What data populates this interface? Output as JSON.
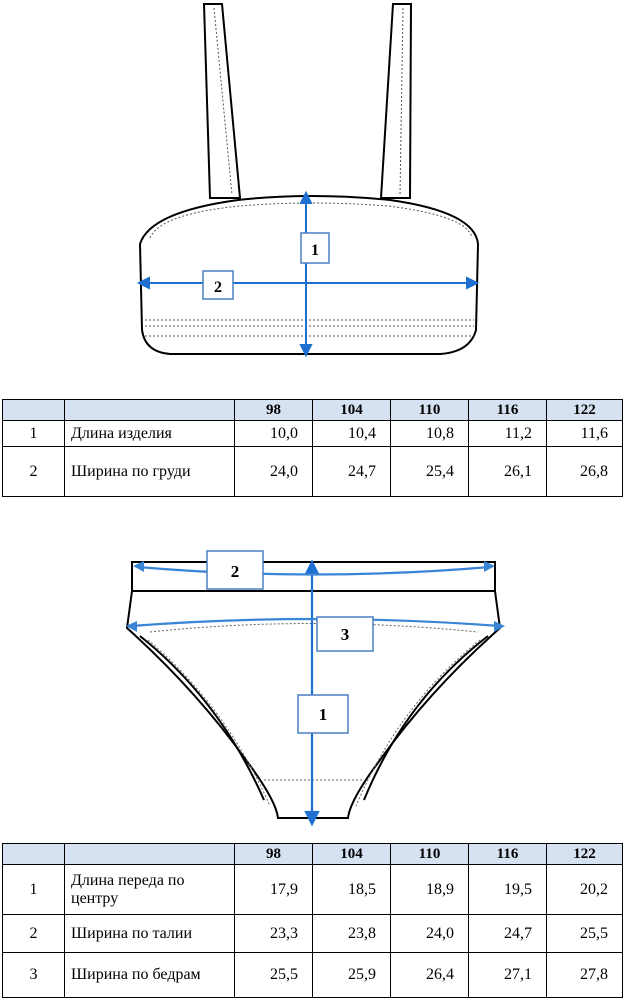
{
  "top": {
    "callouts": [
      "1",
      "2"
    ],
    "table": {
      "sizes": [
        "98",
        "104",
        "110",
        "116",
        "122"
      ],
      "rows": [
        {
          "n": "1",
          "name": "Длина изделия",
          "values": [
            "10,0",
            "10,4",
            "10,8",
            "11,2",
            "11,6"
          ]
        },
        {
          "n": "2",
          "name": "Ширина по груди",
          "values": [
            "24,0",
            "24,7",
            "25,4",
            "26,1",
            "26,8"
          ]
        }
      ]
    }
  },
  "bottom": {
    "callouts": [
      "1",
      "2",
      "3"
    ],
    "table": {
      "sizes": [
        "98",
        "104",
        "110",
        "116",
        "122"
      ],
      "rows": [
        {
          "n": "1",
          "name": "Длина переда по центру",
          "values": [
            "17,9",
            "18,5",
            "18,9",
            "19,5",
            "20,2"
          ]
        },
        {
          "n": "2",
          "name": "Ширина по талии",
          "values": [
            "23,3",
            "23,8",
            "24,0",
            "24,7",
            "25,5"
          ]
        },
        {
          "n": "3",
          "name": "Ширина по бедрам",
          "values": [
            "25,5",
            "25,9",
            "26,4",
            "27,1",
            "27,8"
          ]
        }
      ]
    }
  },
  "colors": {
    "arrow_blue": "#1f6fd1",
    "header_fill": "#d6e1f2"
  }
}
